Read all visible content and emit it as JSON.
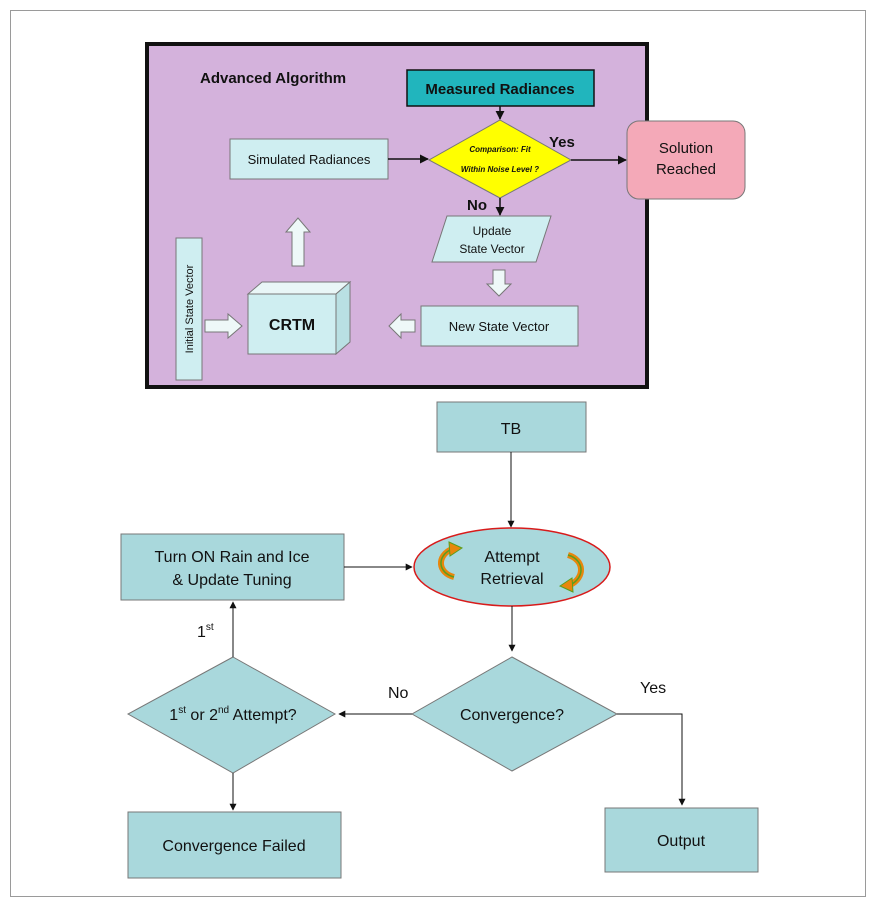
{
  "advanced_algorithm": {
    "title": "Advanced Algorithm",
    "measured_radiances": "Measured Radiances",
    "simulated_radiances": "Simulated Radiances",
    "comparison_line1": "Comparison: Fit",
    "comparison_line2": "Within Noise Level ?",
    "yes_label": "Yes",
    "no_label": "No",
    "solution_line1": "Solution",
    "solution_line2": "Reached",
    "update_line1": "Update",
    "update_line2": "State Vector",
    "new_state_vector": "New State Vector",
    "crtm": "CRTM",
    "initial_state_vector": "Initial State Vector"
  },
  "flowchart": {
    "tb": "TB",
    "attempt_line1": "Attempt",
    "attempt_line2": "Retrieval",
    "turn_on_line1": "Turn ON Rain and Ice",
    "turn_on_line2": "& Update Tuning",
    "convergence": "Convergence?",
    "yes_label": "Yes",
    "no_label": "No",
    "attempt_choice_a": "1",
    "attempt_choice_a_sup": "st",
    "attempt_choice_mid": " or 2",
    "attempt_choice_b_sup": "nd",
    "attempt_choice_end": " Attempt?",
    "first_label": "1",
    "first_label_sup": "st",
    "convergence_failed": "Convergence Failed",
    "output": "Output"
  },
  "colors": {
    "purple_panel": "#d4b2dc",
    "teal_box": "#a9d8dc",
    "light_box": "#cfeef1",
    "diamond_yellow": "#ffff00",
    "solution_pink": "#f4a9b8",
    "ellipse_border": "#d81b1b",
    "swirl_green": "#5a9e1e",
    "swirl_orange": "#e8860c"
  }
}
